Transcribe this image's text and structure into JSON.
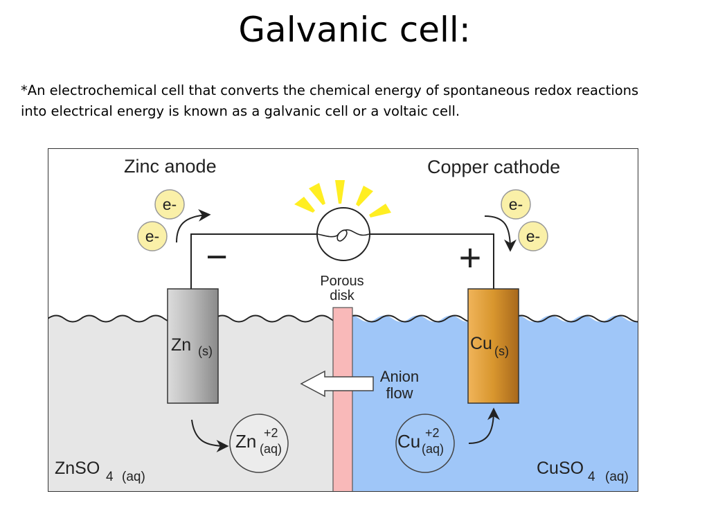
{
  "slide": {
    "title": "Galvanic cell:",
    "definition_line1": "*An electrochemical cell that converts the chemical energy of spontaneous redox reactions",
    "definition_line2": "into electrical energy is known as a galvanic cell or a voltaic cell."
  },
  "diagram": {
    "anode_label": "Zinc anode",
    "cathode_label": "Copper cathode",
    "electron_label": "e-",
    "minus_sign": "−",
    "plus_sign": "+",
    "porous_label_1": "Porous",
    "porous_label_2": "disk",
    "anion_label_1": "Anion",
    "anion_label_2": "flow",
    "zn_electrode": {
      "symbol": "Zn",
      "state": "(s)"
    },
    "cu_electrode": {
      "symbol": "Cu",
      "state": "(s)"
    },
    "zn_ion": {
      "symbol": "Zn",
      "charge": "+2",
      "state": "(aq)"
    },
    "cu_ion": {
      "symbol": "Cu",
      "charge": "+2",
      "state": "(aq)"
    },
    "left_solution": {
      "formula": "ZnSO",
      "sub": "4",
      "state": "(aq)"
    },
    "right_solution": {
      "formula": "CuSO",
      "sub": "4",
      "state": "(aq)"
    },
    "colors": {
      "left_solution": "#e6e6e6",
      "right_solution": "#9fc6f8",
      "porous_disk": "#f9b9b9",
      "zinc": "#b8b8b8",
      "copper": "#d8962e",
      "electron": "#faf0a8",
      "light_rays": "#ffee22"
    }
  }
}
